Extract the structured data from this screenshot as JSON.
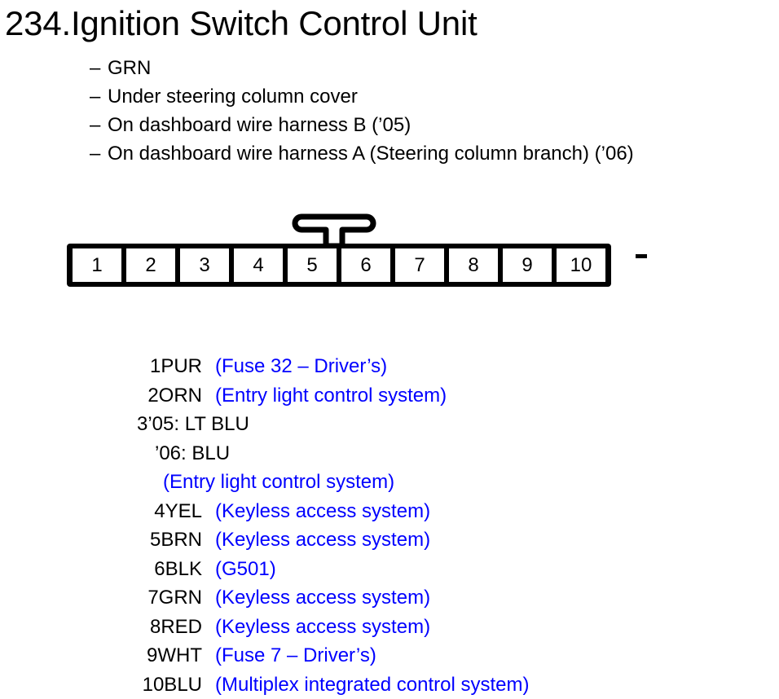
{
  "title": "234.Ignition Switch Control Unit",
  "notes": {
    "dash": "–",
    "items": [
      "GRN",
      "Under steering column cover",
      "On dashboard wire harness B (’05)",
      "On dashboard wire harness A (Steering column branch) (’06)"
    ]
  },
  "connector": {
    "pin_count": 10,
    "pins": [
      "1",
      "2",
      "3",
      "4",
      "5",
      "6",
      "7",
      "8",
      "9",
      "10"
    ],
    "latch_position": "top-center-between-5-and-6",
    "body_color": "#000000",
    "cell_color": "#ffffff"
  },
  "pin_list": {
    "accent_color": "#0000ff",
    "rows": [
      {
        "label": "1PUR",
        "desc": "(Fuse 32 – Driver’s)"
      },
      {
        "label": "2ORN",
        "desc": "(Entry light control system)"
      },
      {
        "label": "3’05: LT BLU",
        "line2": "’06: BLU",
        "line3": "(Entry light control system)"
      },
      {
        "label": "4YEL",
        "desc": "(Keyless access system)"
      },
      {
        "label": "5BRN",
        "desc": "(Keyless access system)"
      },
      {
        "label": "6BLK",
        "desc": "(G501)"
      },
      {
        "label": "7GRN",
        "desc": "(Keyless access system)"
      },
      {
        "label": "8RED",
        "desc": "(Keyless access system)"
      },
      {
        "label": "9WHT",
        "desc": "(Fuse 7 – Driver’s)"
      },
      {
        "label": "10BLU",
        "desc": "(Multiplex integrated control system)"
      }
    ]
  }
}
